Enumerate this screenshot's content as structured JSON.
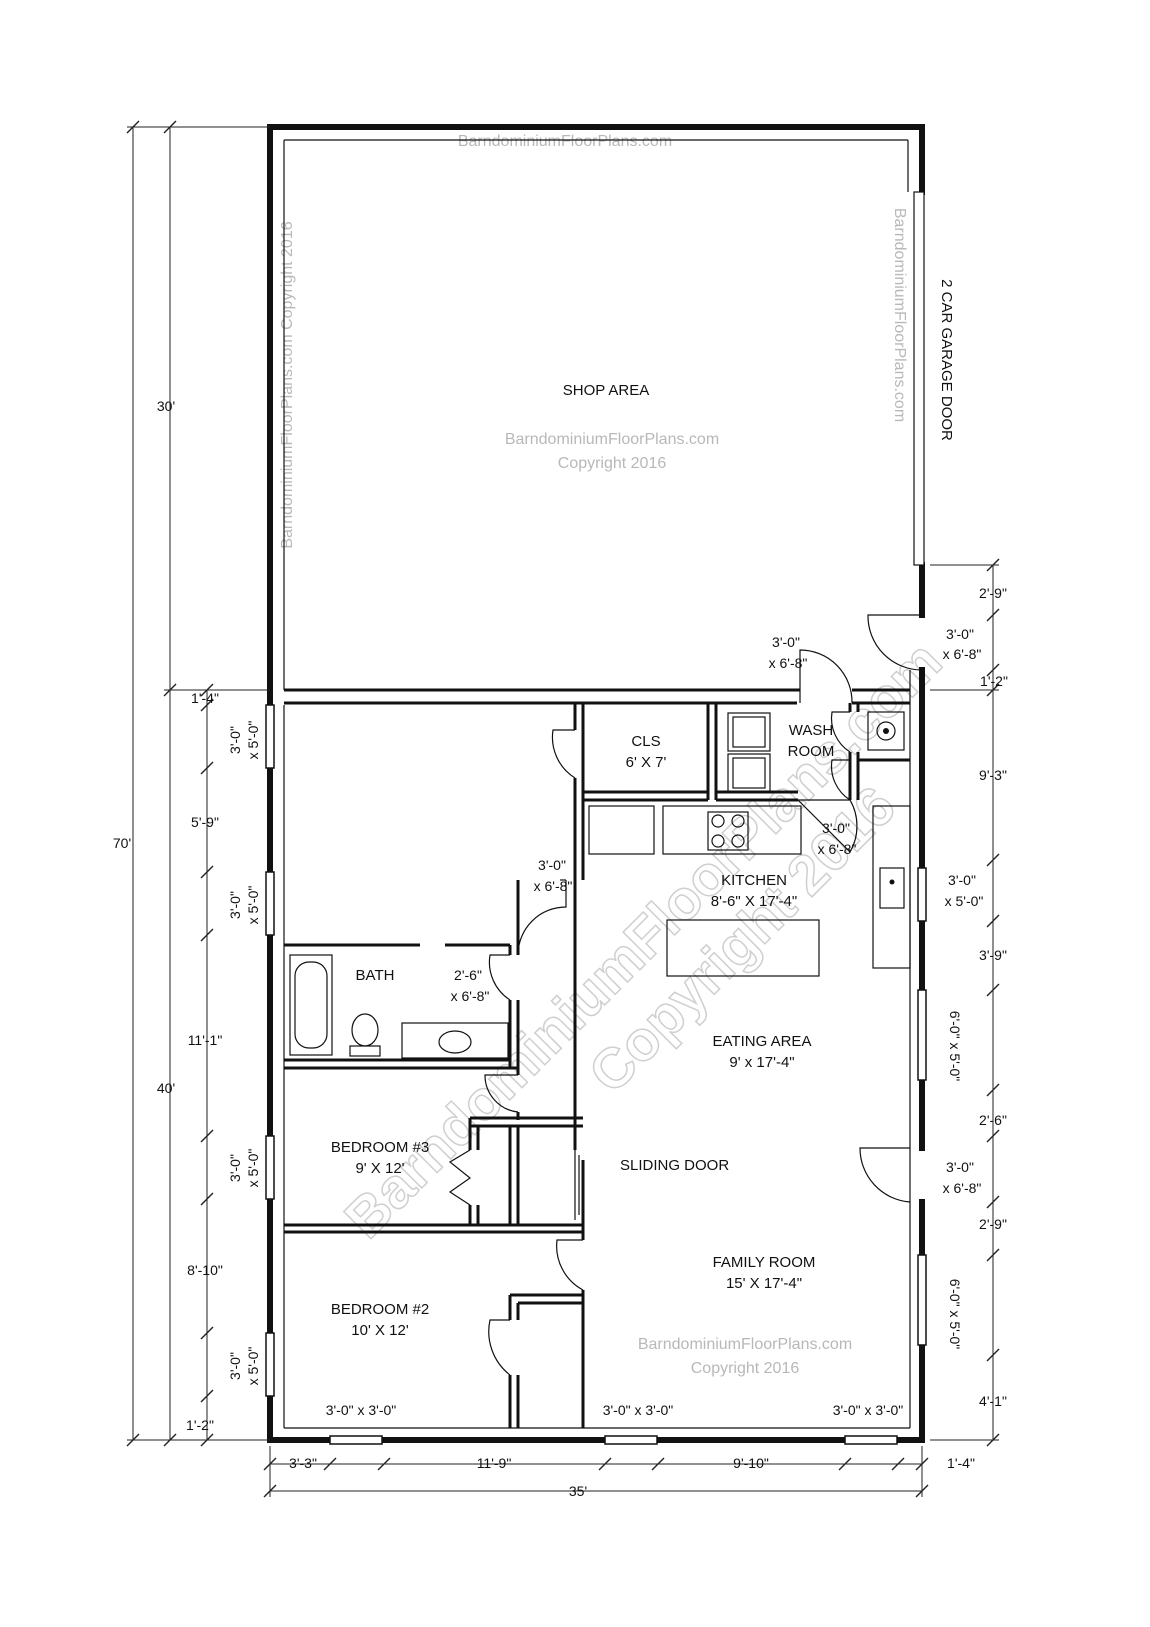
{
  "watermarks": {
    "top": "BarndominiumFloorPlans.com",
    "left_vertical": "BarndominiumFloorPlans.com Copyright 2016",
    "right_vertical": "BarndominiumFloorPlans.com",
    "shop_site": "BarndominiumFloorPlans.com",
    "shop_copy": "Copyright 2016",
    "family_site": "BarndominiumFloorPlans.com",
    "family_copy": "Copyright 2016",
    "diagonal_site": "BarndominiumFloorPlans.com",
    "diagonal_copy": "Copyright 2016"
  },
  "rooms": {
    "shop": "SHOP AREA",
    "cls_name": "CLS",
    "cls_size": "6' X 7'",
    "wash_1": "WASH",
    "wash_2": "ROOM",
    "kitchen_name": "KITCHEN",
    "kitchen_size": "8'-6\" X 17'-4\"",
    "bath": "BATH",
    "eating_name": "EATING AREA",
    "eating_size": "9' x 17'-4\"",
    "bed3_name": "BEDROOM #3",
    "bed3_size": "9' X 12'",
    "sliding_door": "SLIDING DOOR",
    "family_name": "FAMILY ROOM",
    "family_size": "15' X 17'-4\"",
    "bed2_name": "BEDROOM #2",
    "bed2_size": "10' X 12'",
    "garage_door": "2 CAR GARAGE DOOR"
  },
  "door_labels": {
    "ext_right_top_1": "3'-0\"",
    "ext_right_top_2": "x 6'-8\"",
    "wash_door_1": "3'-0\"",
    "wash_door_2": "x 6'-8\"",
    "laundry_door_1": "3'-0\"",
    "laundry_door_2": "x 6'-8\"",
    "hall_door_1": "3'-0\"",
    "hall_door_2": "x 6'-8\"",
    "bath_door_1": "2'-6\"",
    "bath_door_2": "x 6'-8\"",
    "kitchen_window_1": "3'-0\"",
    "kitchen_window_2": "x 5'-0\"",
    "ext_right_mid_1": "3'-0\"",
    "ext_right_mid_2": "x 6'-8\"",
    "win_bed2": "3'-0\" x 3'-0\"",
    "win_family_left": "3'-0\" x 3'-0\"",
    "win_family_right": "3'-0\" x 3'-0\""
  },
  "left_dims": {
    "overall": "70'",
    "upper": "30'",
    "lower": "40'",
    "d1": "1'-4\"",
    "w1": "3'-0\"",
    "w1b": "x 5'-0\"",
    "d2": "5'-9\"",
    "w2": "3'-0\"",
    "w2b": "x 5'-0\"",
    "d3": "11'-1\"",
    "w3": "3'-0\"",
    "w3b": "x 5'-0\"",
    "d4": "8'-10\"",
    "w4": "3'-0\"",
    "w4b": "x 5'-0\"",
    "d5": "1'-2\""
  },
  "right_dims": {
    "r1": "2'-9\"",
    "r2": "1'-2\"",
    "r3": "9'-3\"",
    "r4": "3'-9\"",
    "r5_vertical": "6'-0\" x 5'-0\"",
    "r6": "2'-6\"",
    "r7": "2'-9\"",
    "r8_vertical": "6'-0\" x 5'-0\"",
    "r9": "4'-1\""
  },
  "bottom_dims": {
    "b1": "3'-3\"",
    "b2": "11'-9\"",
    "b3": "9'-10\"",
    "b4": "1'-4\"",
    "overall": "35'"
  }
}
